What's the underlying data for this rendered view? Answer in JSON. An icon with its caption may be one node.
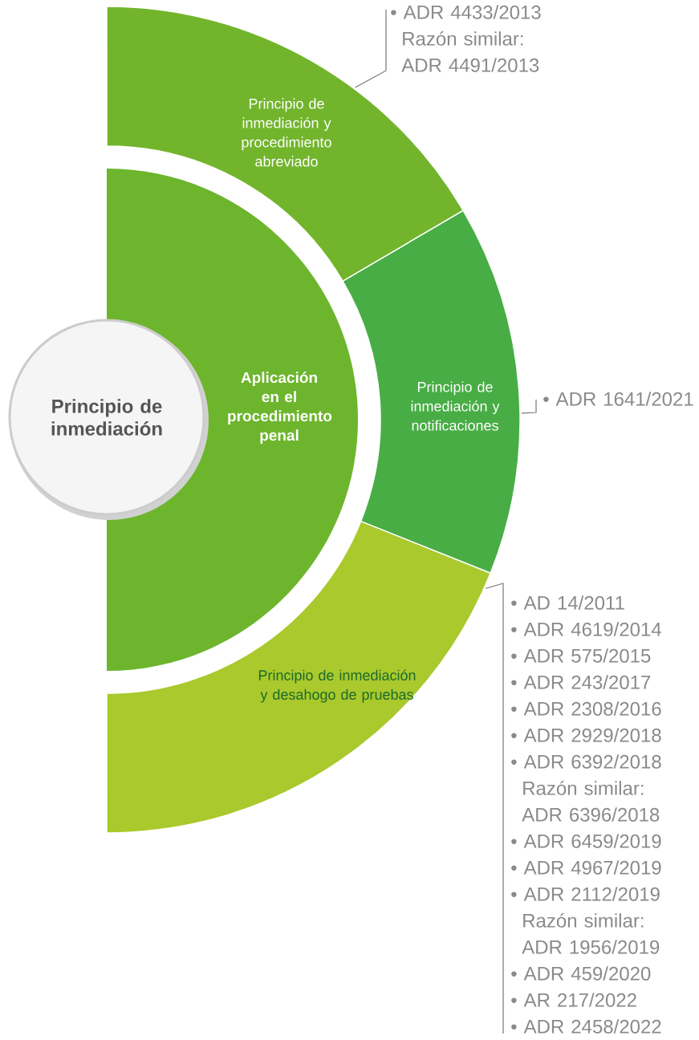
{
  "diagram": {
    "nodes": [
      {
        "text": [
          "Principio de inmediación"
        ]
      },
      {
        "text": [
          "Aplicación en el procedimiento penal"
        ]
      },
      {
        "text": [
          "Principio de inmediación y procedimiento abreviado"
        ]
      },
      {
        "text": [
          "Principio de inmediación y notificaciones"
        ]
      },
      {
        "text": [
          "Principio de inmediación y desahogo de pruebas"
        ]
      },
      {
        "text": [
          "• ADR 4433/2013 Razón similar: ADR 4491/2013"
        ]
      },
      {
        "text": [
          "• ADR 1641/2021"
        ]
      },
      {
        "text": [
          "• AD 14/2011",
          "• ADR 4619/2014",
          "• ADR 575/2015",
          "• ADR 243/2017",
          "• ADR 2308/2016",
          "• ADR 2929/2018",
          "• ADR 6392/2018 Razón similar: ADR 6396/2018",
          "• ADR 6459/2019",
          "• ADR 4967/2019",
          "• ADR 2112/2019 Razón similar: ADR 1956/2019",
          "• ADR 459/2020",
          "• AR 217/2022",
          "• ADR 2458/2022"
        ]
      }
    ],
    "edges": [
      {
        "from": 5,
        "to": 2,
        "arrow": "none"
      },
      {
        "from": 6,
        "to": 3,
        "arrow": "none"
      },
      {
        "from": 7,
        "to": 4,
        "arrow": "none"
      }
    ]
  }
}
